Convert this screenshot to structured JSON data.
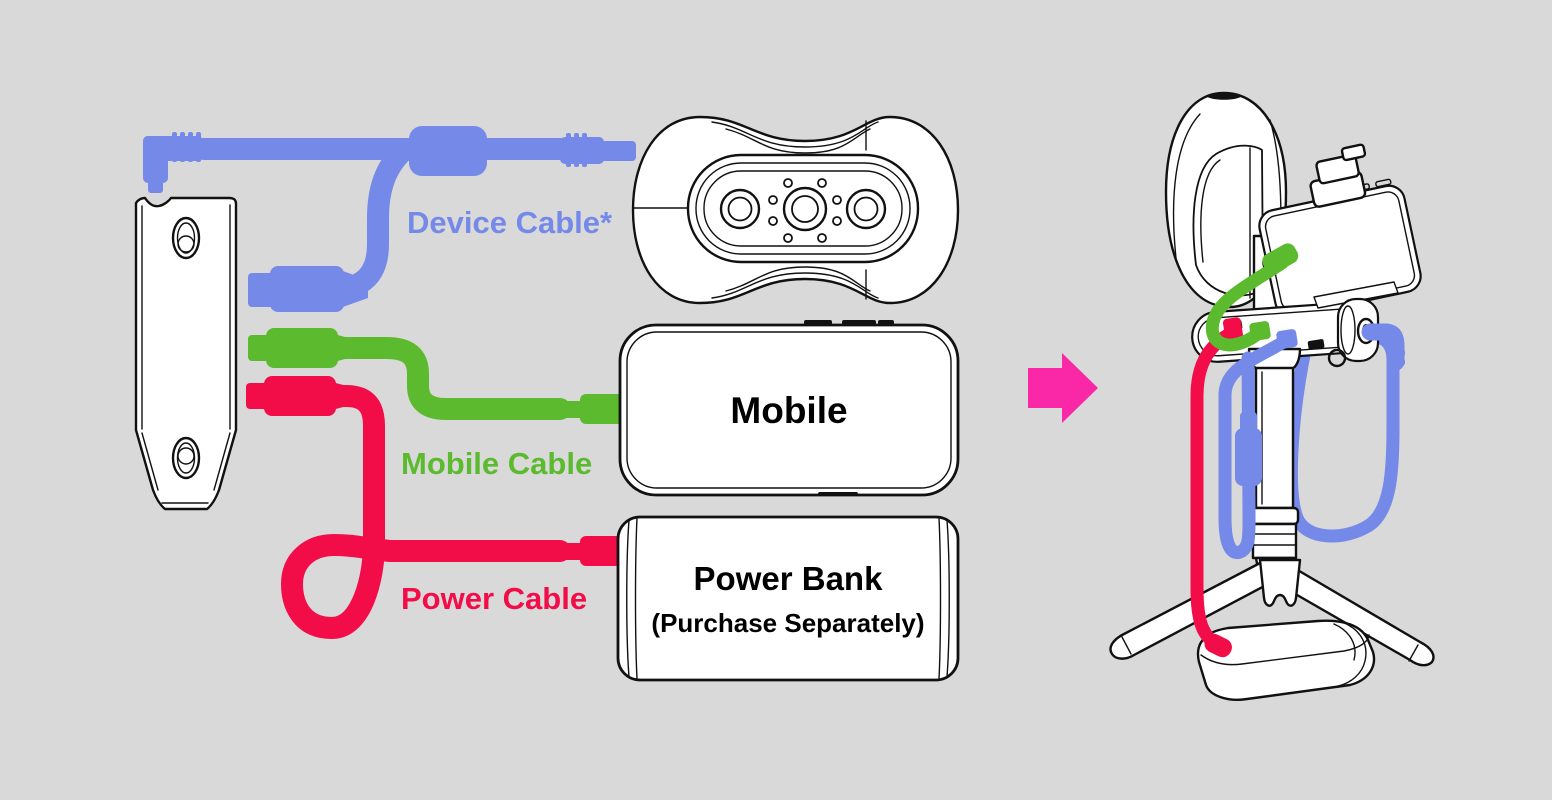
{
  "diagram": {
    "labels": {
      "device_cable": "Device Cable*",
      "mobile_cable": "Mobile Cable",
      "power_cable": "Power Cable"
    },
    "devices": {
      "mobile": "Mobile",
      "power_bank_title": "Power Bank",
      "power_bank_note": "(Purchase Separately)"
    },
    "icons": {
      "transform_arrow": "right-arrow"
    }
  },
  "colors": {
    "background": "#d9d9d9",
    "device_cable": "#7589e9",
    "mobile_cable": "#5cba2f",
    "power_cable": "#f20d49",
    "arrow": "#fa28a7",
    "outline": "#111111",
    "fill_white": "#ffffff",
    "text_black": "#000000"
  }
}
